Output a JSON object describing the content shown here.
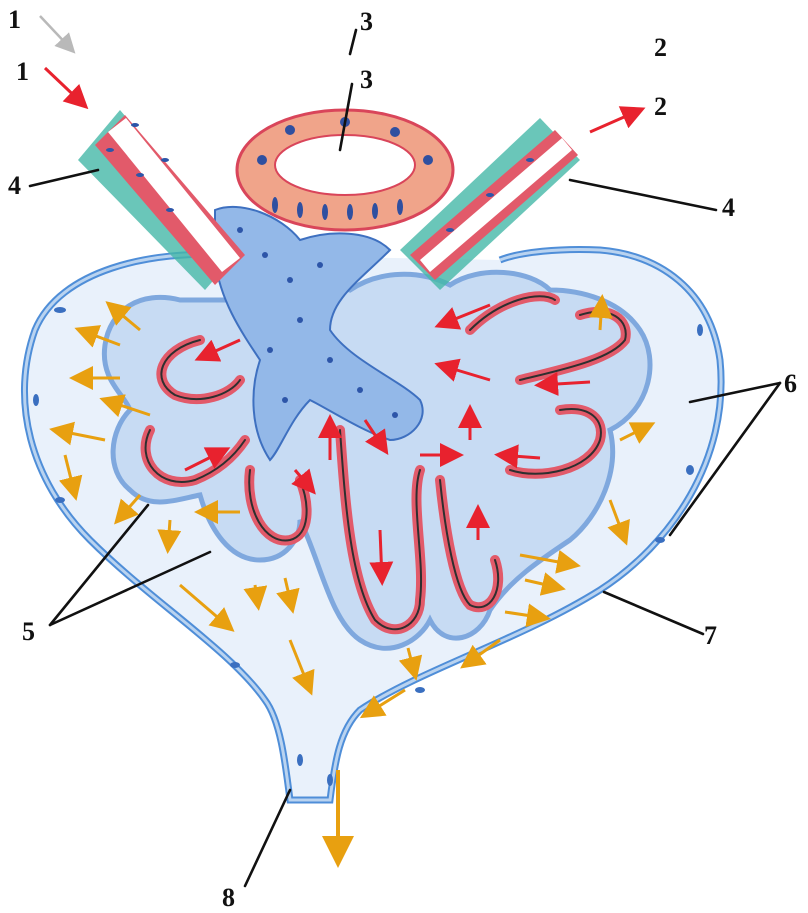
{
  "labels": {
    "l1_ghost": "1",
    "l1": "1",
    "l2_ghost": "2",
    "l2": "2",
    "l3_ghost": "3",
    "l3": "3",
    "l4_left": "4",
    "l4_right": "4",
    "l5": "5",
    "l6": "6",
    "l7": "7",
    "l8": "8"
  },
  "colors": {
    "arteriole_red": "#e8222e",
    "filtrate_orange": "#e8a010",
    "capsule_blue": "#4f8ed8",
    "capsule_fill": "#b9d3f0",
    "capillary_red": "#e25a6a",
    "mesangial_blue": "#7fa8de",
    "macula_densa_salmon": "#f0a48a",
    "smooth_muscle_teal": "#45b8a8"
  }
}
